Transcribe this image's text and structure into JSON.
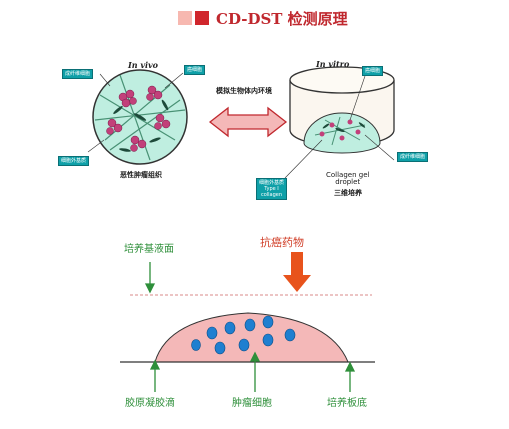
{
  "title": "CD-DST 检测原理",
  "legend_colors": {
    "light": "#f7b8b0",
    "dark": "#d0262c"
  },
  "in_vivo": {
    "heading": "In vivo",
    "caption": "恶性肿瘤组织",
    "tags": {
      "fibroblast": "成纤维细胞",
      "cancer_cell": "癌细胞",
      "ecm": "细胞外基质"
    }
  },
  "in_vitro": {
    "heading": "In vitro",
    "tags": {
      "cancer_cell": "癌细胞",
      "fibroblast": "成纤维细胞",
      "ecm": "细胞外基质\nType Ⅰ\ncollagen"
    },
    "gel_caption": "Collagen gel\ndroplet",
    "culture_caption": "三维培养"
  },
  "mimic_label": "模拟生物体内环境",
  "bottom": {
    "medium_surface": "培养基液面",
    "drug": "抗癌药物",
    "gel_droplet": "胶原凝胶滴",
    "tumor_cells": "肿瘤细胞",
    "plate_bottom": "培养板底"
  },
  "colors": {
    "accent_red": "#c0282e",
    "green": "#2e8f3a",
    "teal": "#0fa0a8",
    "drug_orange": "#e8531c",
    "gel_pink": "#f4b8b8",
    "cell_blue": "#1f7fd0"
  }
}
